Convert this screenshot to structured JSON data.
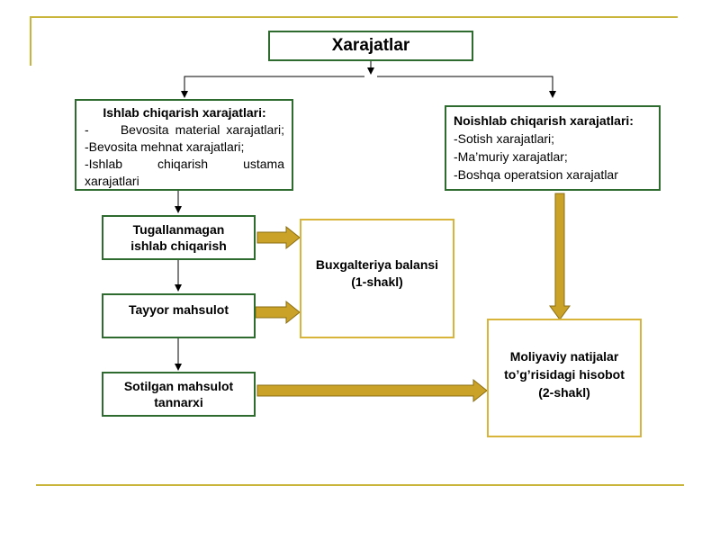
{
  "top": "Xarajatlar",
  "left_box": {
    "title": "Ishlab chiqarish xarajatlari:",
    "lines": [
      "-     Bevosita material xarajatlari;",
      "-Bevosita mehnat xarajatlari;",
      "-Ishlab chiqarish ustama",
      "xarajatlari"
    ]
  },
  "right_box": {
    "title": "Noishlab chiqarish xarajatlari:",
    "lines": [
      "-Sotish xarajatlari;",
      "-Ma’muriy xarajatlar;",
      "-Boshqa operatsion xarajatlar"
    ]
  },
  "wip": [
    "Tugallanmagan",
    "ishlab chiqarish"
  ],
  "finished": "Tayyor mahsulot",
  "cogs": [
    "Sotilgan mahsulot",
    "tannarxi"
  ],
  "balance": [
    "Buxgalteriya balansi",
    "(1-shakl)"
  ],
  "income": [
    "Moliyaviy natijalar",
    "to’g’risidagi hisobot",
    "(2-shakl)"
  ],
  "colors": {
    "box_border": "#2e6b2e",
    "accent": "#d9b43a",
    "arrow_fill": "#c9a227",
    "rule": "#c9b53a"
  }
}
